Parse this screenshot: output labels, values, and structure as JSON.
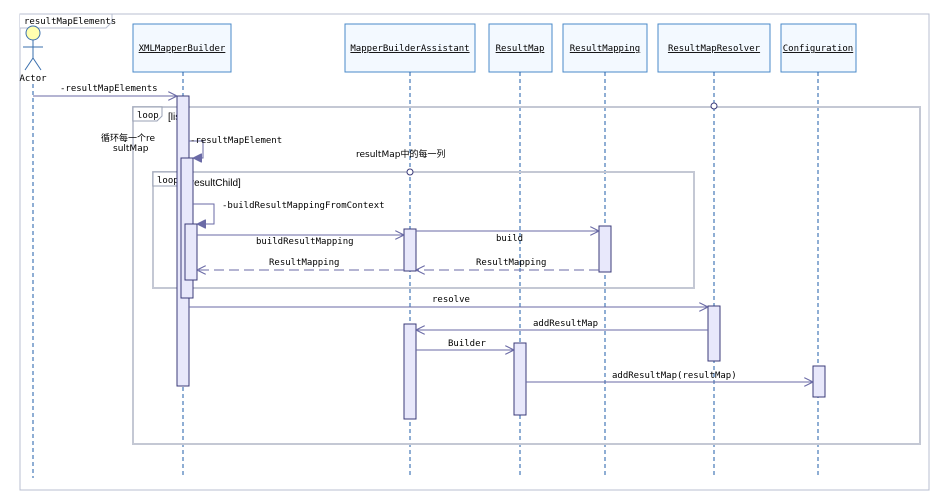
{
  "diagram": {
    "frame_title": "resultMapElements",
    "actor": {
      "name": "Actor"
    },
    "lifelines": [
      {
        "id": "xmb",
        "label": "XMLMapperBuilder"
      },
      {
        "id": "mba",
        "label": "MapperBuilderAssistant"
      },
      {
        "id": "rm",
        "label": "ResultMap"
      },
      {
        "id": "rmg",
        "label": "ResultMapping"
      },
      {
        "id": "rmr",
        "label": "ResultMapResolver"
      },
      {
        "id": "cfg",
        "label": "Configuration"
      }
    ],
    "fragments": [
      {
        "id": "outer",
        "keyword": "loop",
        "guard": "[list]",
        "note": "循环每一个resultMap",
        "note_line1": "循环每一个re",
        "note_line2": "sultMap"
      },
      {
        "id": "inner",
        "keyword": "loop",
        "guard": "[resultChild]",
        "note": "resultMap中的每一列"
      }
    ],
    "messages": [
      {
        "id": "m1",
        "label": "-resultMapElements",
        "from": "actor",
        "to": "xmb"
      },
      {
        "id": "m2",
        "label": "-resultMapElement",
        "from": "xmb",
        "to": "xmb"
      },
      {
        "id": "m3",
        "label": "-buildResultMappingFromContext",
        "from": "xmb",
        "to": "xmb"
      },
      {
        "id": "m4",
        "label": "buildResultMapping",
        "from": "xmb",
        "to": "mba"
      },
      {
        "id": "m5",
        "label": "build",
        "from": "mba",
        "to": "rmg"
      },
      {
        "id": "m6",
        "label": "ResultMapping",
        "from": "rmg",
        "to": "mba",
        "type": "return"
      },
      {
        "id": "m7",
        "label": "ResultMapping",
        "from": "mba",
        "to": "xmb",
        "type": "return"
      },
      {
        "id": "m8",
        "label": "resolve",
        "from": "xmb",
        "to": "rmr"
      },
      {
        "id": "m9",
        "label": "addResultMap",
        "from": "rmr",
        "to": "mba"
      },
      {
        "id": "m10",
        "label": "Builder",
        "from": "mba",
        "to": "rm"
      },
      {
        "id": "m11",
        "label": "addResultMap(resultMap)",
        "from": "rm",
        "to": "cfg"
      }
    ]
  }
}
